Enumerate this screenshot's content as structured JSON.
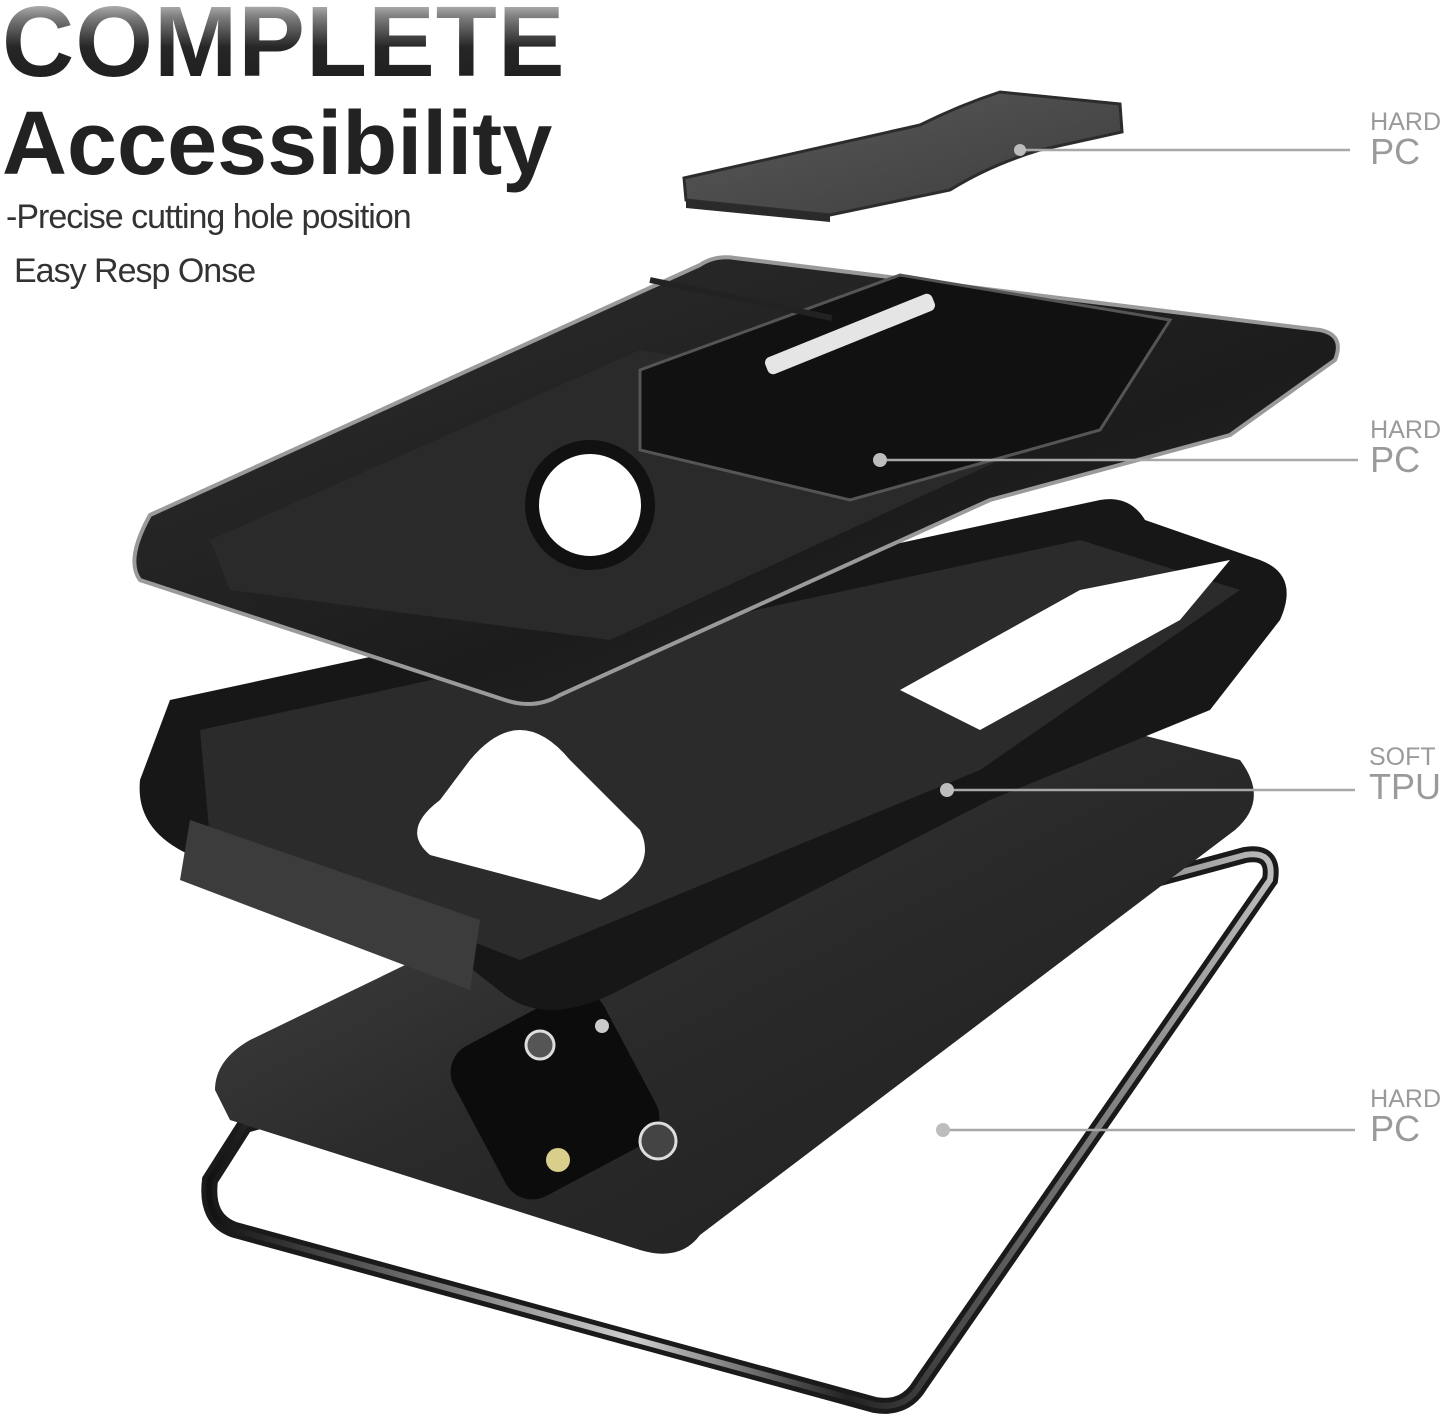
{
  "headline": {
    "line1": "COMPLETE",
    "line2": "Accessibility"
  },
  "subtitle": {
    "line1": "-Precise cutting hole position",
    "line2": "Easy Resp Onse"
  },
  "callouts": [
    {
      "type": "HARD",
      "material": "PC",
      "layer": "kickstand-plate"
    },
    {
      "type": "HARD",
      "material": "PC",
      "layer": "outer-shell"
    },
    {
      "type": "SOFT",
      "material": "TPU",
      "layer": "inner-bumper"
    },
    {
      "type": "HARD",
      "material": "PC",
      "layer": "front-frame"
    }
  ],
  "colors": {
    "background": "#ffffff",
    "headline": "#222222",
    "callout_text": "#9a9a9a",
    "leader_line": "#a8a8a8",
    "case_dark": "#1a1a1a",
    "case_mid": "#3a3a3a",
    "case_light": "#8a8a8a"
  }
}
